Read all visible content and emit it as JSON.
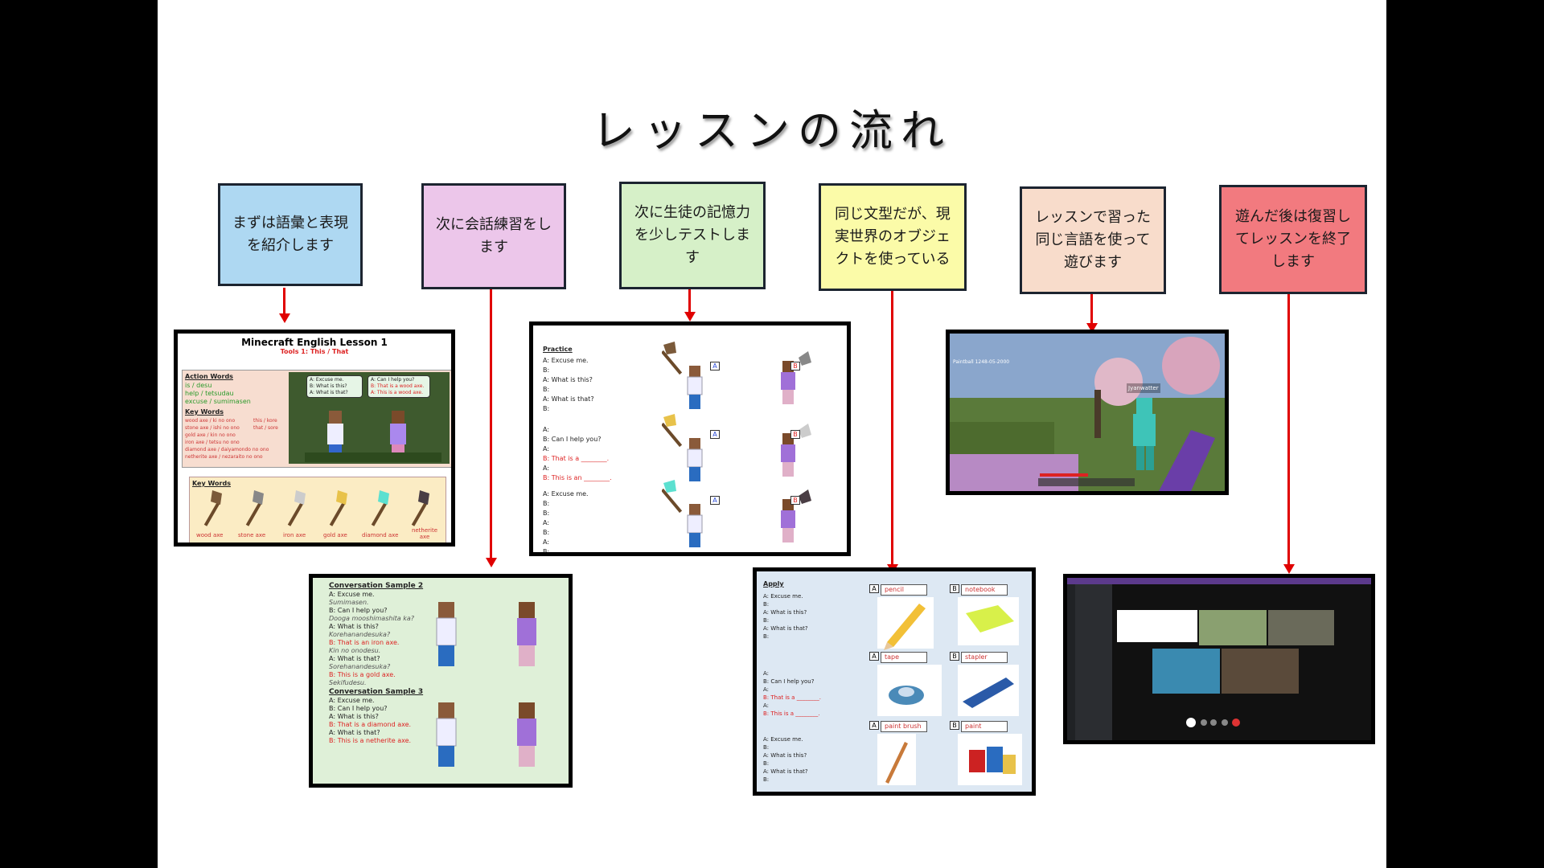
{
  "title": "レッスンの流れ",
  "colors": {
    "arrow": "#1f4e6b",
    "red_connector": "#e00000"
  },
  "steps": [
    {
      "lines": [
        "まずは語彙と表現",
        "を紹介します"
      ],
      "color": "#aed8f2"
    },
    {
      "lines": [
        "次に会話練習をし",
        "ます"
      ],
      "color": "#ecc6ea"
    },
    {
      "lines": [
        "次に生徒の記憶力",
        "を少しテストしま",
        "す"
      ],
      "color": "#d6f0c8"
    },
    {
      "lines": [
        "同じ文型だが、現",
        "実世界のオブジェ",
        "クトを使っている"
      ],
      "color": "#fbfba8"
    },
    {
      "lines": [
        "レッスンで習った",
        "同じ言語を使って",
        "遊びます"
      ],
      "color": "#f8dccb"
    },
    {
      "lines": [
        "遊んだ後は復習し",
        "てレッスンを終了",
        "します"
      ],
      "color": "#f27a7f"
    }
  ],
  "lesson": {
    "title": "Minecraft English Lesson 1",
    "subtitle": "Tools 1: This / That",
    "action_words_heading": "Action Words",
    "action_words": [
      "is / desu",
      "help / tetsudau",
      "excuse / sumimasen"
    ],
    "key_words_heading": "Key Words",
    "key_words_left": [
      "wood axe / ki no ono",
      "stone axe / ishi no ono",
      "gold axe / kin no ono",
      "iron axe / tetsu no ono",
      "diamond axe / daiyamondo no ono",
      "netherite axe / nezaraito no ono"
    ],
    "key_words_right": [
      "this / kore",
      "that / sore"
    ],
    "bubble_a": [
      "A: Excuse me.",
      "B: What is this?",
      "A: What is that?"
    ],
    "bubble_b": [
      "A: Can I help you?",
      "B: That is a wood axe.",
      "A: This is a wood axe."
    ],
    "panel_heading": "Key Words",
    "axes": [
      "wood axe",
      "stone axe",
      "iron axe",
      "gold axe",
      "diamond axe",
      "netherite axe"
    ]
  },
  "practice": {
    "heading": "Practice",
    "block1": [
      "A: Excuse me.",
      "B:",
      "A: What is this?",
      "B:",
      "A: What is that?",
      "B:"
    ],
    "block2": [
      "A:",
      "B: Can I help you?",
      "A:",
      "B: That is a ________.",
      "A:",
      "B: This is an ________."
    ],
    "block3": [
      "A: Excuse me.",
      "B:",
      "B:",
      "A:",
      "B:",
      "A:",
      "B:"
    ],
    "marker_a": "A",
    "marker_b": "B"
  },
  "conversation": {
    "sample2_heading": "Conversation Sample 2",
    "sample2": [
      "A: Excuse me.",
      "Sumimasen.",
      "B: Can I help you?",
      "Dooga mooshimashita ka?",
      "A: What is this?",
      "Korehanandesuka?",
      "B: That is an iron axe.",
      "Kin no onodesu.",
      "A: What is that?",
      "Sorehanandesuka?",
      "B: This is a gold axe.",
      "Sekifudesu."
    ],
    "sample3_heading": "Conversation Sample 3",
    "sample3": [
      "A: Excuse me.",
      "B: Can I help you?",
      "A: What is this?",
      "B: That is a diamond axe.",
      "A: What is that?",
      "B: This is a netherite axe."
    ]
  },
  "game": {
    "overlay": "Paintball 1248-05-2000",
    "player_name": "Jyanwatter"
  },
  "apply": {
    "heading": "Apply",
    "block1": [
      "A: Excuse me.",
      "B:",
      "A: What is this?",
      "B:",
      "A: What is that?",
      "B:"
    ],
    "block2": [
      "A:",
      "B: Can I help you?",
      "A:",
      "B: That is a ________.",
      "A:",
      "B: This is a ________."
    ],
    "block3": [
      "A: Excuse me.",
      "B:",
      "A: What is this?",
      "B:",
      "A: What is that?",
      "B:"
    ],
    "items": [
      {
        "marker": "A",
        "label": "pencil"
      },
      {
        "marker": "B",
        "label": "notebook"
      },
      {
        "marker": "A",
        "label": "tape"
      },
      {
        "marker": "B",
        "label": "stapler"
      },
      {
        "marker": "A",
        "label": "paint brush"
      },
      {
        "marker": "B",
        "label": "paint"
      }
    ]
  }
}
